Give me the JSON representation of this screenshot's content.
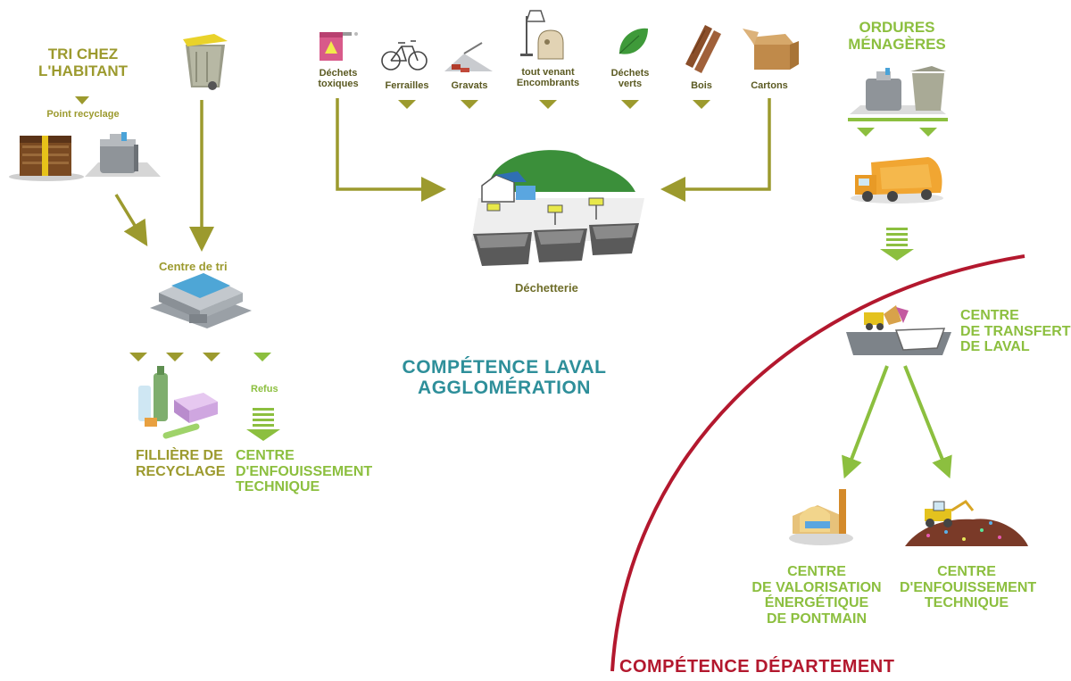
{
  "tri": {
    "title": "TRI CHEZ\nL'HABITANT",
    "point_recyclage": "Point recyclage",
    "centre_de_tri": "Centre de tri",
    "filiere": "FILLIÈRE DE\nRECYCLAGE",
    "refus": "Refus",
    "centre_enfouissement": "CENTRE\nD'ENFOUISSEMENT\nTECHNIQUE"
  },
  "decheterie": {
    "items": [
      {
        "label": "Déchets\ntoxiques",
        "icon": "toxic-paint-can-icon"
      },
      {
        "label": "Ferrailles",
        "icon": "bicycle-icon"
      },
      {
        "label": "Gravats",
        "icon": "rubble-icon"
      },
      {
        "label": "tout venant\nEncombrants",
        "icon": "furniture-icon"
      },
      {
        "label": "Déchets\nverts",
        "icon": "leaf-icon"
      },
      {
        "label": "Bois",
        "icon": "wood-planks-icon"
      },
      {
        "label": "Cartons",
        "icon": "cardboard-box-icon"
      }
    ],
    "label": "Déchetterie"
  },
  "competence_laval": "COMPÉTENCE LAVAL\nAGGLOMÉRATION",
  "ordures": {
    "title": "ORDURES\nMÉNAGÈRES",
    "transfert": "CENTRE\nDE TRANSFERT\nDE LAVAL",
    "valorisation": "CENTRE\nDE VALORISATION\nÉNERGÉTIQUE\nDE PONTMAIN",
    "enfouissement": "CENTRE\nD'ENFOUISSEMENT\nTECHNIQUE"
  },
  "competence_departement": "COMPÉTENCE DÉPARTEMENT",
  "colors": {
    "olive": "#9c9a2e",
    "green": "#8cbf3f",
    "teal": "#2e8f9a",
    "red": "#b3182e"
  }
}
